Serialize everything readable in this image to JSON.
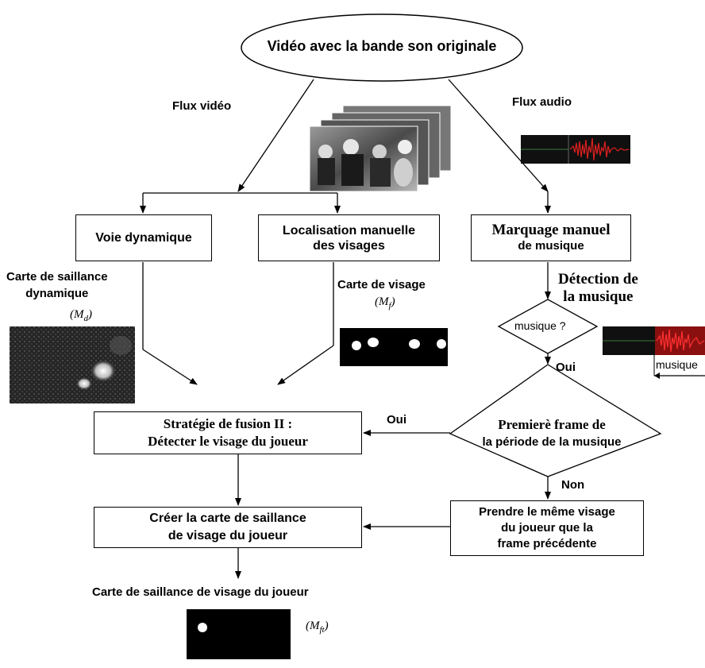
{
  "top_node": "Vidéo avec la bande son originale",
  "stream_labels": {
    "video": "Flux vidéo",
    "audio": "Flux audio"
  },
  "boxes": {
    "voie_dynamique": "Voie dynamique",
    "localisation": [
      "Localisation manuelle",
      "des visages"
    ],
    "marquage": [
      "Marquage manuel",
      "de musique"
    ],
    "fusion": [
      "Stratégie de fusion II :",
      "Détecter le visage du joueur"
    ],
    "creer": [
      "Créer la carte de saillance",
      "de visage du joueur"
    ],
    "prendre": [
      "Prendre le même visage",
      "du joueur que la",
      "frame précédente"
    ]
  },
  "decisions": {
    "musique": "musique ?",
    "premiere": [
      "Premierè frame de",
      "la période de la musique"
    ]
  },
  "branch_labels": {
    "oui_down": "Oui",
    "oui_left": "Oui",
    "non": "Non"
  },
  "map_labels": {
    "dynamic_map": [
      "Carte de saillance",
      "dynamique"
    ],
    "dynamic_symbol": "(M_d)",
    "face_map": "Carte de visage",
    "face_symbol": "(M_f)",
    "player_map": "Carte de saillance de visage du joueur",
    "player_symbol": "(M_ft)"
  },
  "detection_label": [
    "Détection de",
    "la musique"
  ],
  "audio_segment_label": "musique",
  "colors": {
    "audio_wave": "#e02020",
    "audio_bg": "#101010",
    "map_bg": "#000000"
  }
}
